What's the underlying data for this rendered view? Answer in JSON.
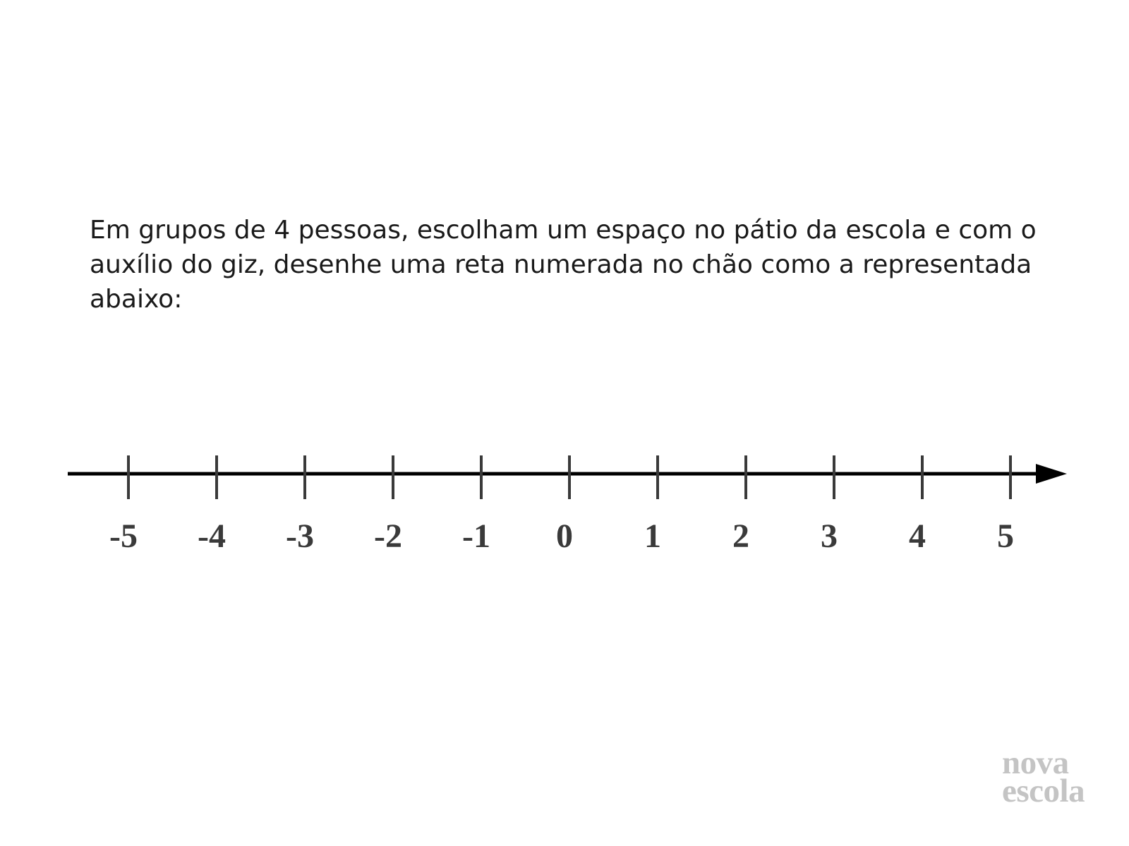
{
  "instruction": {
    "text": "Em grupos de 4 pessoas, escolham um espaço no pátio da escola e com o\nauxílio do giz, desenhe uma reta numerada no chão como a representada\nabaixo:"
  },
  "number_line": {
    "ticks": [
      -5,
      -4,
      -3,
      -2,
      -1,
      0,
      1,
      2,
      3,
      4,
      5
    ],
    "labels": [
      "-5",
      "-4",
      "-3",
      "-2",
      "-1",
      "0",
      "1",
      "2",
      "3",
      "4",
      "5"
    ],
    "line_color": "#000000",
    "tick_color": "#3a3a3a"
  },
  "logo": {
    "line1": "nova",
    "line2": "escola",
    "color": "#c4c4c4"
  }
}
